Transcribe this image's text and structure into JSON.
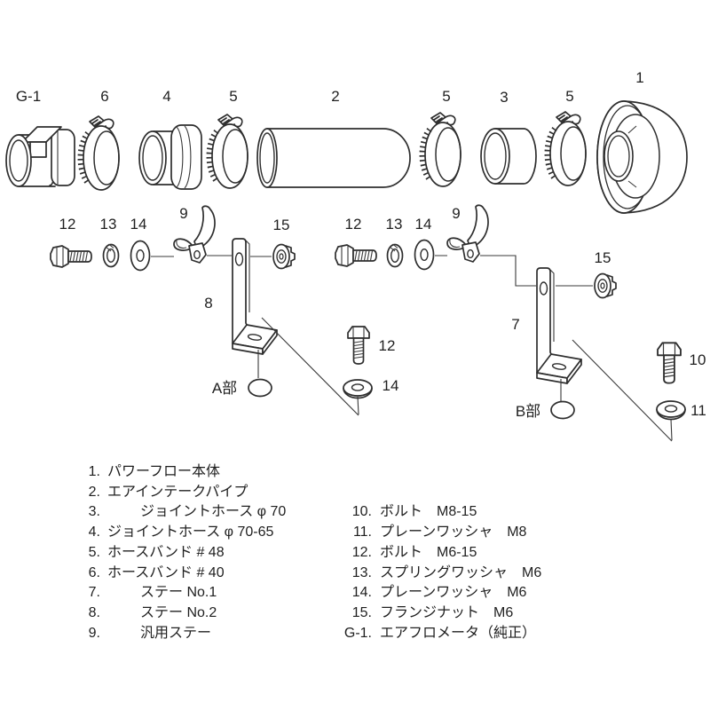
{
  "callouts": {
    "top": [
      "G-1",
      "6",
      "4",
      "5",
      "2",
      "5",
      "3",
      "5",
      "1"
    ],
    "a": [
      "12",
      "13",
      "14",
      "9",
      "15",
      "8"
    ],
    "a_sub": [
      "12",
      "14"
    ],
    "a_section": "A部",
    "b": [
      "12",
      "13",
      "14",
      "9",
      "7",
      "15"
    ],
    "b_sub": [
      "10",
      "11"
    ],
    "b_section": "B部"
  },
  "parts_list": {
    "left": [
      {
        "no": "1.",
        "name": "パワーフロー本体"
      },
      {
        "no": "2.",
        "name": "エアインテークパイプ"
      },
      {
        "no": "3.",
        "name": "ジョイントホース φ 70"
      },
      {
        "no": "4.",
        "name": "ジョイントホース φ 70-65"
      },
      {
        "no": "5.",
        "name": "ホースバンド # 48"
      },
      {
        "no": "6.",
        "name": "ホースバンド # 40"
      },
      {
        "no": "7.",
        "name": "ステー No.1"
      },
      {
        "no": "8.",
        "name": "ステー No.2"
      },
      {
        "no": "9.",
        "name": "汎用ステー"
      }
    ],
    "right": [
      {
        "no": "10.",
        "name": "ボルト　M8-15"
      },
      {
        "no": "11.",
        "name": "プレーンワッシャ　M8"
      },
      {
        "no": "12.",
        "name": "ボルト　M6-15"
      },
      {
        "no": "13.",
        "name": "スプリングワッシャ　M6"
      },
      {
        "no": "14.",
        "name": "プレーンワッシャ　M6"
      },
      {
        "no": "15.",
        "name": "フランジナット　M6"
      },
      {
        "no": "G-1.",
        "name": "エアフロメータ（純正）"
      }
    ]
  }
}
